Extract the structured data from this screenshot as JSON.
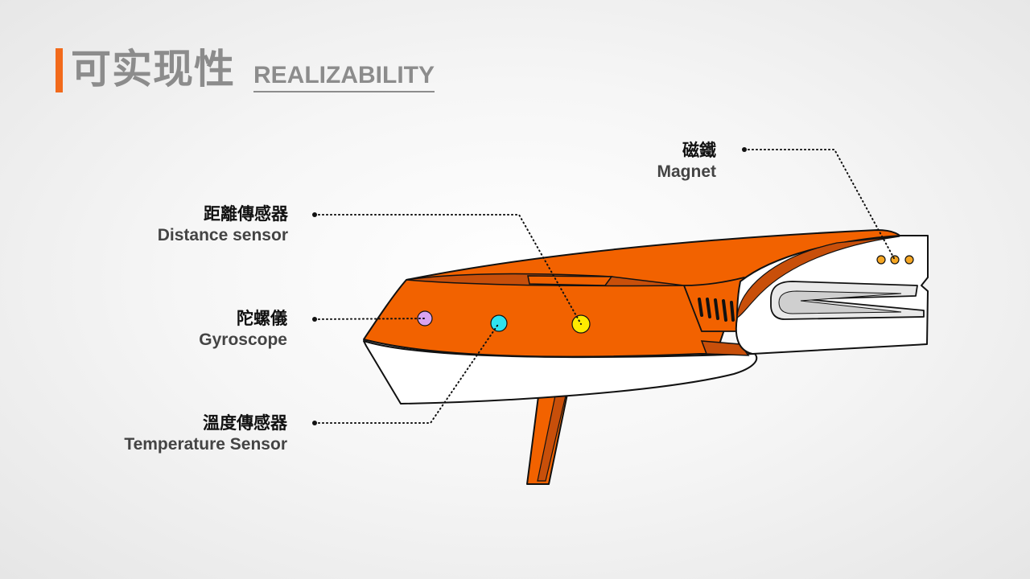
{
  "header": {
    "title_zh": "可实现性",
    "title_en": "REALIZABILITY"
  },
  "callouts": {
    "magnet": {
      "zh": "磁鐵",
      "en": "Magnet",
      "color": "#f5a623"
    },
    "distance": {
      "zh": "距離傳感器",
      "en": "Distance sensor",
      "color": "#ffea00"
    },
    "gyro": {
      "zh": "陀螺儀",
      "en": "Gyroscope",
      "color": "#d9a3f0"
    },
    "temperature": {
      "zh": "溫度傳感器",
      "en": "Temperature Sensor",
      "color": "#2fe3f0"
    }
  },
  "colors": {
    "accent": "#f26a1b",
    "device_body": "#f26200",
    "device_shade": "#c84f0a",
    "title_gray": "#8c8c8c"
  }
}
